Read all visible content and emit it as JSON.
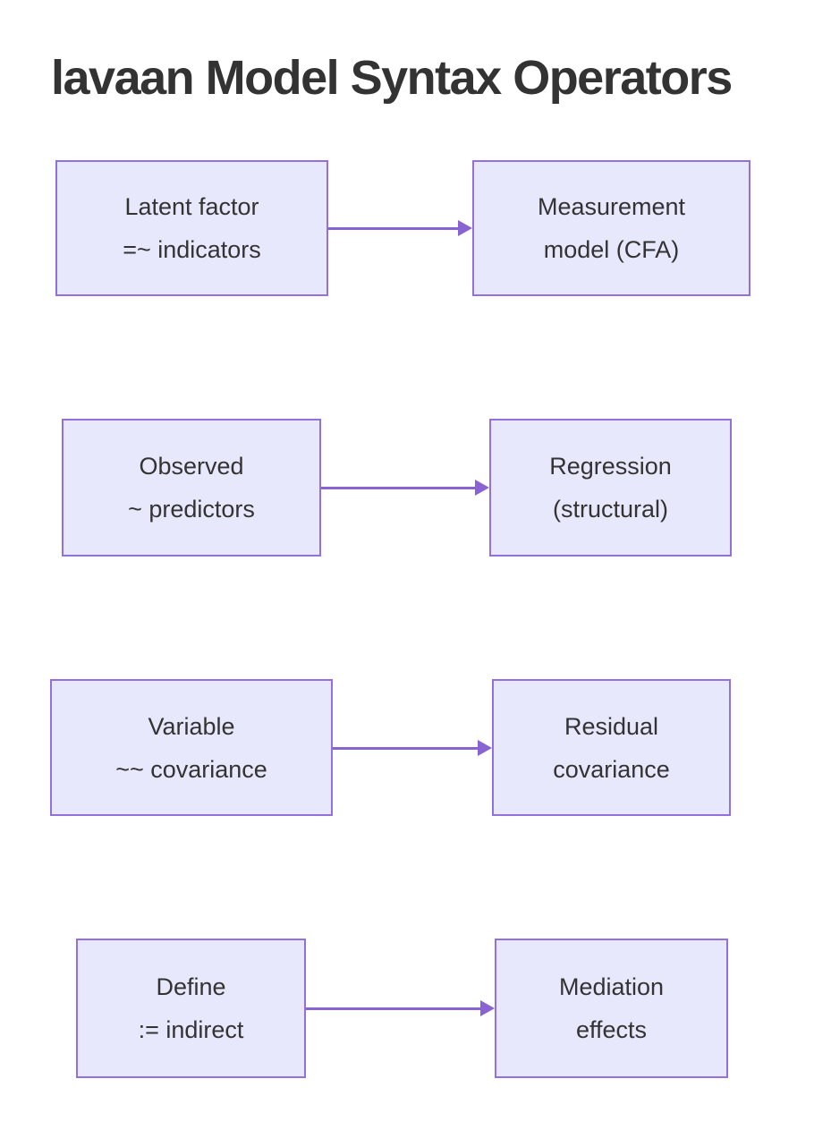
{
  "title": "lavaan Model Syntax Operators",
  "colors": {
    "box_fill": "#E8E8FC",
    "box_border": "#9370DB",
    "arrow": "#8A63D2",
    "text": "#333333",
    "title": "#333333"
  },
  "diagram": {
    "type": "flowchart-left-right",
    "rows": [
      {
        "source": {
          "line1": "Latent factor",
          "line2": "=~ indicators"
        },
        "target": {
          "line1": "Measurement",
          "line2": "model (CFA)"
        },
        "connector": "arrow-right"
      },
      {
        "source": {
          "line1": "Observed",
          "line2": "~ predictors"
        },
        "target": {
          "line1": "Regression",
          "line2": "(structural)"
        },
        "connector": "arrow-right"
      },
      {
        "source": {
          "line1": "Variable",
          "line2": "~~ covariance"
        },
        "target": {
          "line1": "Residual",
          "line2": "covariance"
        },
        "connector": "arrow-right"
      },
      {
        "source": {
          "line1": "Define",
          "line2": ":= indirect"
        },
        "target": {
          "line1": "Mediation",
          "line2": "effects"
        },
        "connector": "arrow-right"
      }
    ]
  }
}
